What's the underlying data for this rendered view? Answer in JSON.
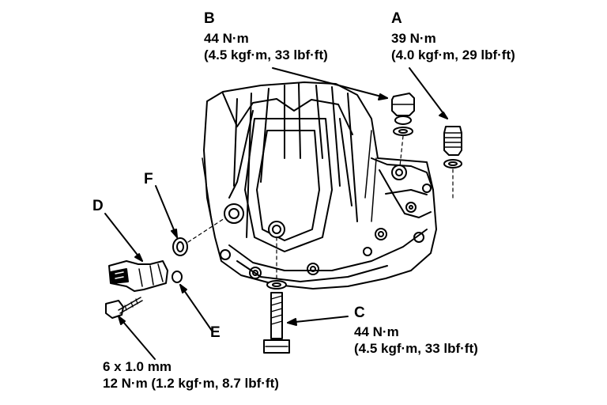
{
  "callouts": {
    "A": {
      "letter": "A",
      "torque": "39 N·m",
      "spec": "(4.0 kgf·m, 29 lbf·ft)"
    },
    "B": {
      "letter": "B",
      "torque": "44 N·m",
      "spec": "(4.5 kgf·m, 33 lbf·ft)"
    },
    "C": {
      "letter": "C",
      "torque": "44 N·m",
      "spec": "(4.5 kgf·m, 33 lbf·ft)"
    },
    "D": {
      "letter": "D"
    },
    "E": {
      "letter": "E"
    },
    "F": {
      "letter": "F"
    }
  },
  "bolt_spec": {
    "size": "6 x 1.0 mm",
    "torque": "12 N·m (1.2 kgf·m, 8.7 lbf·ft)"
  },
  "colors": {
    "ink": "#000000",
    "paper": "#ffffff"
  }
}
